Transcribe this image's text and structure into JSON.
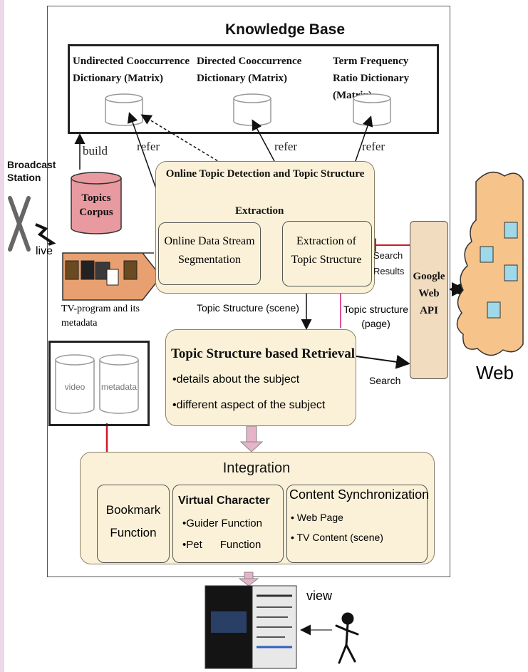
{
  "knowledge_base": {
    "title": "Knowledge Base",
    "dict1": "Undirected Cooccurrence Dictionary (Matrix)",
    "dict2": "Directed Cooccurrence Dictionary (Matrix)",
    "dict3": "Term Frequency Ratio Dictionary (Matrix)"
  },
  "labels": {
    "build": "build",
    "refer1": "refer",
    "refer2": "refer",
    "refer3": "refer",
    "broadcast_station": "Broadcast Station",
    "live": "live",
    "tv_program": "TV-program and its metadata",
    "search_results": "Search Results",
    "topic_structure_scene": "Topic Structure (scene)",
    "topic_structure_page": "Topic structure (page)",
    "search": "Search",
    "web": "Web",
    "view": "view"
  },
  "topics_corpus": "Topics Corpus",
  "online": {
    "title": "Online Topic Detection and Topic Structure",
    "extraction": "Extraction",
    "segmentation": "Online Data Stream Segmentation",
    "extraction_box": "Extraction of Topic Structure"
  },
  "google_api": "Google Web API",
  "retrieval": {
    "title": "Topic Structure based Retrieval",
    "bullet1": "•details about the subject",
    "bullet2": "•different aspect of the subject"
  },
  "storage": {
    "video": "video",
    "metadata": "metadata"
  },
  "integration": {
    "title": "Integration",
    "bookmark": "Bookmark Function",
    "virtual_title": "Virtual Character",
    "virtual_item1": "•Guider Function",
    "virtual_item2": "•Pet      Function",
    "content_title": "Content Synchronization",
    "content_item1": "• Web Page",
    "content_item2": "• TV Content (scene)"
  },
  "colors": {
    "box_fill": "#fbf1d8",
    "corpus_fill": "#e89aa0",
    "tv_fill": "#e8a070",
    "web_fill": "#f6c48a",
    "arrow_red": "#cc1a2a",
    "arrow_pink": "#e0509a"
  }
}
